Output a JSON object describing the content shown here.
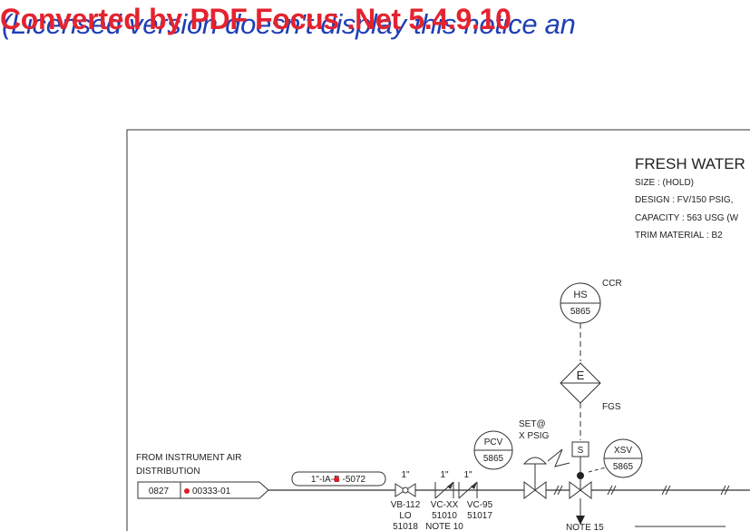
{
  "watermark": {
    "line1": "Converted by PDF Focus .Net 5.4.9.10",
    "line2": "(Licensed version doesn't display this notice an"
  },
  "title_block": {
    "title": "FRESH WATER",
    "size": "SIZE :  (HOLD)",
    "design": "DESIGN : FV/150 PSIG,",
    "capacity": "CAPACITY : 563 USG (W",
    "trim": "TRIM MATERIAL : B2"
  },
  "instruments": {
    "hs_tag": "HS",
    "hs_num": "5865",
    "hs_location": "CCR",
    "e_tag": "E",
    "e_label": "FGS",
    "pcv_tag": "PCV",
    "pcv_num": "5865",
    "setpoint_1": "SET@",
    "setpoint_2": "X PSIG",
    "s_tag": "S",
    "xsv_tag": "XSV",
    "xsv_num": "5865"
  },
  "source": {
    "line1": "FROM INSTRUMENT AIR",
    "line2": "DISTRIBUTION",
    "sheet": "0827",
    "drawing": "00333-01"
  },
  "line_number": "1\"-IA-B -5072",
  "valves": {
    "size1": "1\"",
    "size2": "1\"",
    "size3": "1\"",
    "vb_tag": "VB-112",
    "vb_pos": "LO",
    "vb_num": "51018",
    "vcxx_tag": "VC-XX",
    "vcxx_num": "51010",
    "vcxx_note": "NOTE 10",
    "vc95_tag": "VC-95",
    "vc95_num": "51017"
  },
  "note": "NOTE 15"
}
